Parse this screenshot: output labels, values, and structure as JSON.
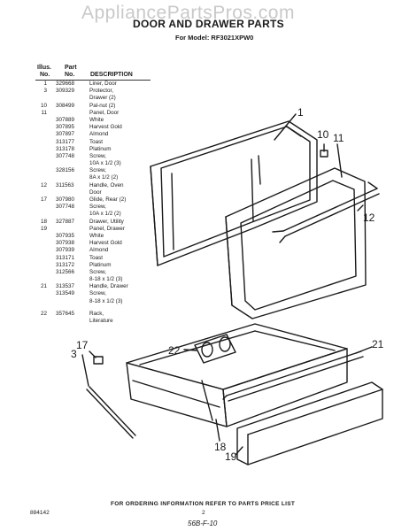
{
  "watermark": "AppliancePartsPros.com",
  "page_title": "DOOR AND DRAWER PARTS",
  "model_line": "For Model: RF3021XPW0",
  "columns": {
    "illus_1": "Illus.",
    "illus_2": "No.",
    "part_1": "Part",
    "part_2": "No.",
    "description": "DESCRIPTION"
  },
  "parts": [
    {
      "illus": "1",
      "part": "329668",
      "desc": "Liner, Door"
    },
    {
      "illus": "3",
      "part": "309329",
      "desc": "Protector,"
    },
    {
      "illus": "",
      "part": "",
      "desc": "Drawer (2)"
    },
    {
      "illus": "10",
      "part": "308499",
      "desc": "Pal-nut (2)"
    },
    {
      "illus": "11",
      "part": "",
      "desc": "Panel, Door"
    },
    {
      "illus": "",
      "part": "307889",
      "desc": "White"
    },
    {
      "illus": "",
      "part": "307895",
      "desc": "Harvest Gold"
    },
    {
      "illus": "",
      "part": "307897",
      "desc": "Almond"
    },
    {
      "illus": "",
      "part": "313177",
      "desc": "Toast"
    },
    {
      "illus": "",
      "part": "313178",
      "desc": "Platinum"
    },
    {
      "illus": "",
      "part": "307748",
      "desc": "Screw,"
    },
    {
      "illus": "",
      "part": "",
      "desc": "10A x 1/2 (3)"
    },
    {
      "illus": "",
      "part": "328156",
      "desc": "Screw,"
    },
    {
      "illus": "",
      "part": "",
      "desc": "8A x 1/2 (2)"
    },
    {
      "illus": "12",
      "part": "311563",
      "desc": "Handle, Oven"
    },
    {
      "illus": "",
      "part": "",
      "desc": "Door"
    },
    {
      "illus": "17",
      "part": "307980",
      "desc": "Glide, Rear (2)"
    },
    {
      "illus": "",
      "part": "307748",
      "desc": "Screw,"
    },
    {
      "illus": "",
      "part": "",
      "desc": "10A x 1/2 (2)"
    },
    {
      "illus": "18",
      "part": "327887",
      "desc": "Drawer, Utility"
    },
    {
      "illus": "19",
      "part": "",
      "desc": "Panel, Drawer"
    },
    {
      "illus": "",
      "part": "307935",
      "desc": "White"
    },
    {
      "illus": "",
      "part": "307938",
      "desc": "Harvest Gold"
    },
    {
      "illus": "",
      "part": "307939",
      "desc": "Almond"
    },
    {
      "illus": "",
      "part": "313171",
      "desc": "Toast"
    },
    {
      "illus": "",
      "part": "313172",
      "desc": "Platinum"
    },
    {
      "illus": "",
      "part": "312566",
      "desc": "Screw,"
    },
    {
      "illus": "",
      "part": "",
      "desc": "8-18 x 1/2 (3)"
    },
    {
      "illus": "21",
      "part": "313537",
      "desc": "Handle, Drawer"
    },
    {
      "illus": "",
      "part": "313549",
      "desc": "Screw,"
    },
    {
      "illus": "",
      "part": "",
      "desc": "8-18 x 1/2 (3)"
    },
    {
      "gap": true
    },
    {
      "illus": "22",
      "part": "357645",
      "desc": "Rack,"
    },
    {
      "illus": "",
      "part": "",
      "desc": "Literature"
    }
  ],
  "callouts": [
    "1",
    "10",
    "11",
    "12",
    "17",
    "3",
    "21",
    "22",
    "18",
    "19"
  ],
  "footer": {
    "ordering_note": "FOR ORDERING INFORMATION REFER TO PARTS PRICE LIST",
    "doc_code": "884142",
    "page_number": "2",
    "handwritten": "56B-F-10"
  }
}
